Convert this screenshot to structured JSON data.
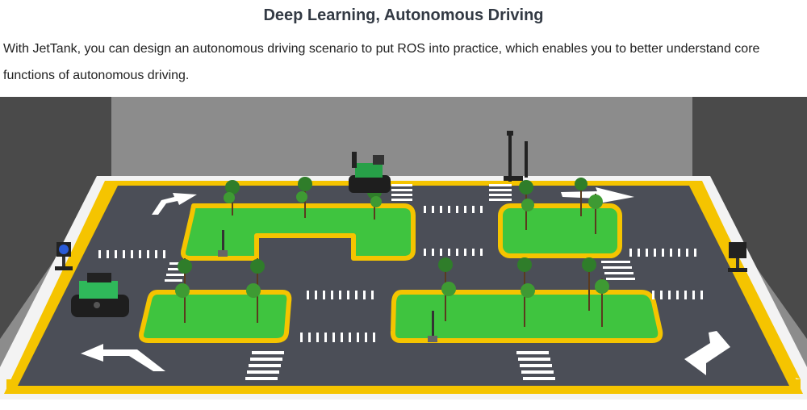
{
  "section": {
    "title": "Deep Learning, Autonomous Driving",
    "description": "With JetTank, you can design an autonomous driving scenario to put ROS into practice, which enables you to better understand core functions of autonomous driving."
  },
  "image": {
    "subject": "autonomous-driving-map",
    "colors": {
      "road": "#4b4e57",
      "grass": "#3fc43f",
      "border": "#f5c400",
      "wall": "#8c8c8c"
    }
  }
}
